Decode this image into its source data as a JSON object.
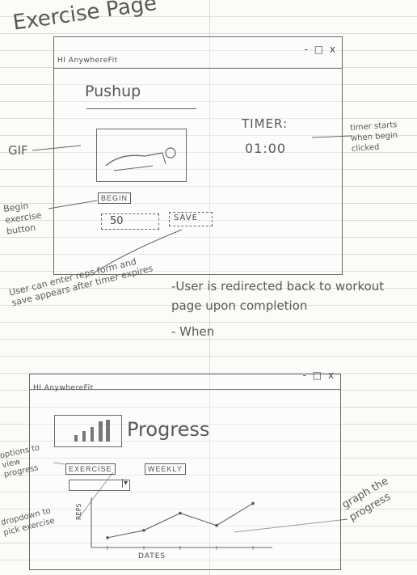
{
  "page_title": "Exercise Page",
  "exercise_window": {
    "app_title": "HI AnywhereFit",
    "window_controls": "- □ x",
    "exercise_name": "Pushup",
    "timer_label": "TIMER:",
    "timer_value": "01:00",
    "begin_label": "BEGIN",
    "reps_value": "50",
    "save_label": "SAVE"
  },
  "annotations": {
    "gif": "GIF",
    "timer": "timer starts when begin clicked",
    "begin": "Begin exercise button",
    "reps": "User can enter reps form and save appears after timer expires",
    "redirect": "-User is redirected back to workout page upon completion",
    "when": "- When",
    "view_options": "options to view progress",
    "dropdown": "dropdown to pick exercise",
    "graph": "graph the progress"
  },
  "progress_window": {
    "app_title": "HI AnywhereFit",
    "window_controls": "- □ x",
    "heading": "Progress",
    "exercise_button": "EXERCISE",
    "weekly_button": "WEEKLY",
    "dropdown_arrow": "▾",
    "ylabel": "REPS",
    "xlabel": "DATES"
  },
  "chart_data": {
    "type": "line",
    "x": [
      1,
      2,
      3,
      4,
      5
    ],
    "values": [
      2,
      3.5,
      7,
      4.5,
      9
    ],
    "xlabel": "DATES",
    "ylabel": "REPS",
    "grid": false
  },
  "colors": {
    "pencil": "#585858",
    "paper": "#fbfbf8",
    "lines": "#d9dde6"
  }
}
